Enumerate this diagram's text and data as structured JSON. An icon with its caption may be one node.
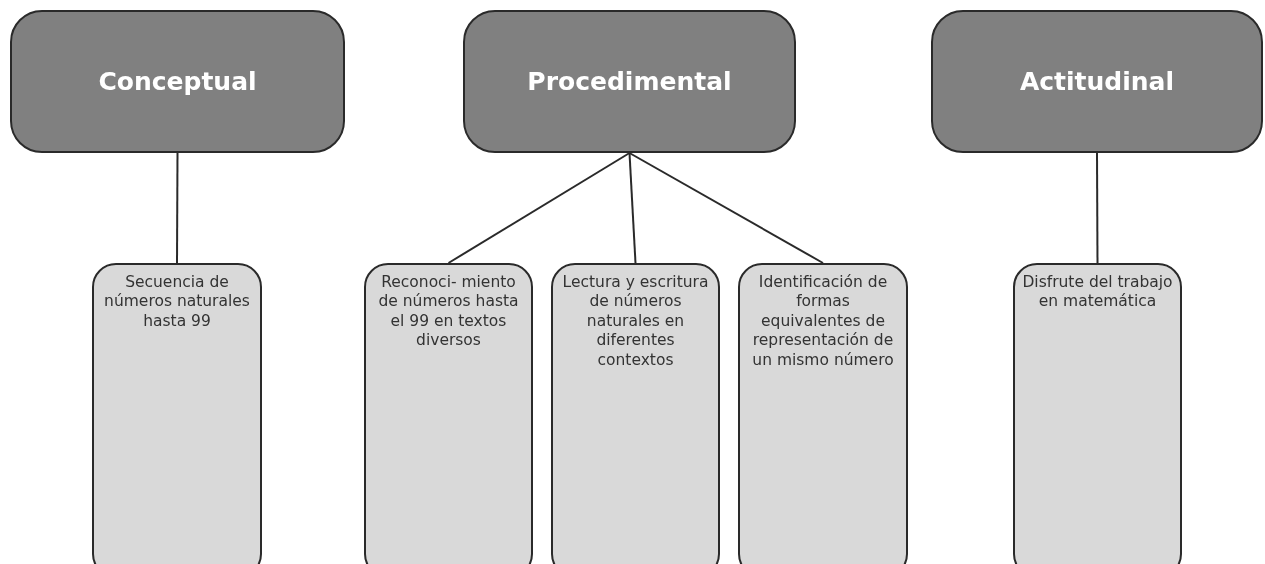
{
  "diagram": {
    "nodes": [
      {
        "text": [
          "Conceptual"
        ]
      },
      {
        "text": [
          "Procedimental"
        ]
      },
      {
        "text": [
          "Actitudinal"
        ]
      },
      {
        "text": [
          "Secuencia de números naturales hasta 99"
        ]
      },
      {
        "text": [
          "Reconoci- miento de números hasta el 99 en textos diversos"
        ]
      },
      {
        "text": [
          "Lectura y escritura de números naturales en diferentes contextos"
        ]
      },
      {
        "text": [
          "Identificación de formas equivalentes de representación de un mismo número"
        ]
      },
      {
        "text": [
          "Disfrute del trabajo en matemática"
        ]
      }
    ],
    "edges": [
      {
        "from": 0,
        "to": 3,
        "arrow": "none"
      },
      {
        "from": 1,
        "to": 4,
        "arrow": "none"
      },
      {
        "from": 1,
        "to": 5,
        "arrow": "none"
      },
      {
        "from": 1,
        "to": 6,
        "arrow": "none"
      },
      {
        "from": 2,
        "to": 7,
        "arrow": "none"
      }
    ]
  }
}
